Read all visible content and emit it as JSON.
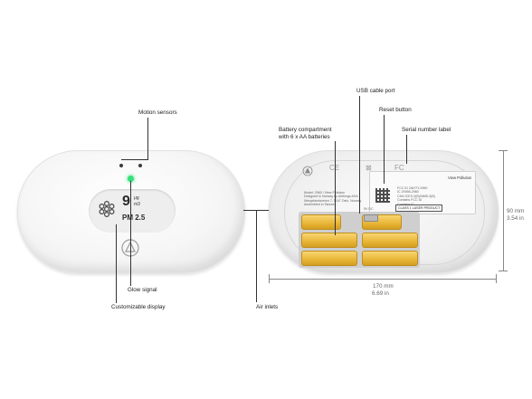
{
  "callouts": {
    "motion_sensors": "Motion sensors",
    "glow_signal": "Glow signal",
    "customizable_display": "Customizable display",
    "air_inlets": "Air inlets",
    "usb_cable_port": "USB cable port",
    "reset_button": "Reset button",
    "serial_number_label": "Serial number label",
    "battery_compartment_line1": "Battery compartment",
    "battery_compartment_line2": "with 6 x AA batteries"
  },
  "display": {
    "value": "9",
    "unit_top": "μg",
    "unit_bottom": "m3",
    "pollutant": "PM 2.5"
  },
  "dimensions": {
    "width_mm": "170 mm",
    "width_in": "6.69 in",
    "height_mm": "90 mm",
    "height_in": "3.54 in"
  },
  "back_label": {
    "product": "View Pollution",
    "class_text": "CLASS 1 LASER PRODUCT",
    "port_text": "5V DC"
  },
  "icons": [
    "motion-sensor-icon",
    "glow-led-icon",
    "fan-icon",
    "airthings-logo-icon",
    "qr-code-icon",
    "ce-mark-icon",
    "weee-bin-icon",
    "fcc-mark-icon"
  ],
  "colors": {
    "glow": "#35e07a",
    "battery": "#e8b536",
    "device_body": "#f4f4f4"
  }
}
